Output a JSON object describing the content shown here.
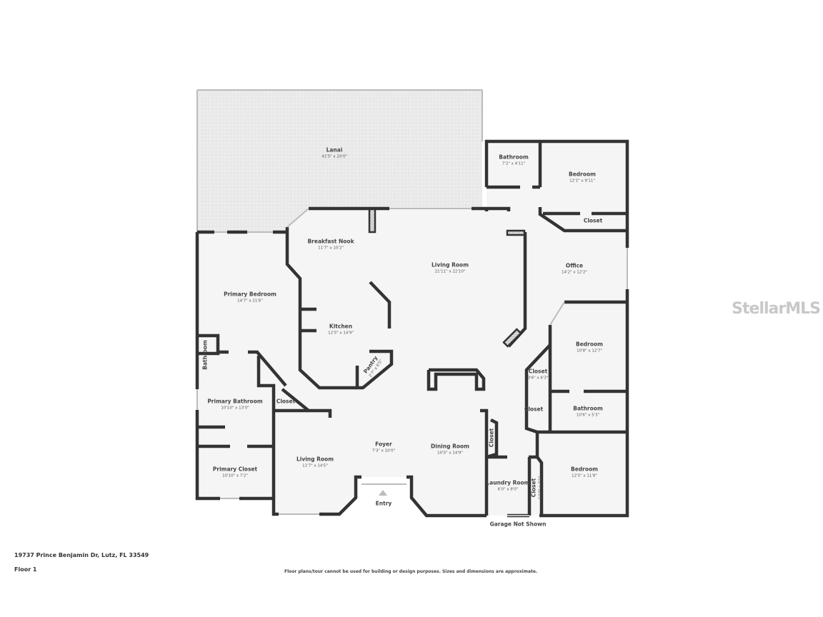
{
  "rooms": [
    {
      "name": "Lanai",
      "dims": "41'5\" x 20'0\""
    },
    {
      "name": "Bathroom",
      "dims": "7'2\" x 4'11\""
    },
    {
      "name": "Bedroom",
      "dims": "12'1\" x 9'11\""
    },
    {
      "name": "Closet",
      "dims": ""
    },
    {
      "name": "Breakfast Nook",
      "dims": "11'7\" x 10'2\""
    },
    {
      "name": "Living Room",
      "dims": "21'11\" x 22'10\""
    },
    {
      "name": "Office",
      "dims": "14'2\" x 12'2\""
    },
    {
      "name": "Primary Bedroom",
      "dims": "14'7\" x 21'6\""
    },
    {
      "name": "Kitchen",
      "dims": "12'5\" x 14'9\""
    },
    {
      "name": "Bedroom",
      "dims": "10'8\" x 12'7\""
    },
    {
      "name": "Bathroom",
      "dims": ""
    },
    {
      "name": "Pantry",
      "dims": "2'7\" x 6'5\""
    },
    {
      "name": "Closet",
      "dims": "3'6\" x 6'3\""
    },
    {
      "name": "Primary Bathroom",
      "dims": "10'10\" x 13'0\""
    },
    {
      "name": "Closet",
      "dims": ""
    },
    {
      "name": "Closet",
      "dims": ""
    },
    {
      "name": "Bathroom",
      "dims": "10'6\" x 5'3\""
    },
    {
      "name": "Foyer",
      "dims": "7'3\" x 10'0\""
    },
    {
      "name": "Dining Room",
      "dims": "10'5\" x 14'9\""
    },
    {
      "name": "Closet",
      "dims": ""
    },
    {
      "name": "Living Room",
      "dims": "11'7\" x 14'5\""
    },
    {
      "name": "Primary Closet",
      "dims": "10'10\" x 7'2\""
    },
    {
      "name": "Laundry Room",
      "dims": "6'0\" x 8'0\""
    },
    {
      "name": "Closet",
      "dims": "1'10\" x 7'1\""
    },
    {
      "name": "Bedroom",
      "dims": "12'5\" x 11'8\""
    }
  ],
  "entry_label": "Entry",
  "garage_note": "Garage Not Shown",
  "address": "19737 Prince Benjamin Dr, Lutz, FL 33549",
  "floor": "Floor 1",
  "disclaimer": "Floor plans/tour cannot be used for building or design purposes. Sizes and dimensions are approximate.",
  "watermark": "StellarMLS",
  "colors": {
    "wall": "#333333",
    "floor": "#f4f4f4",
    "lanai": "#ebebeb"
  }
}
